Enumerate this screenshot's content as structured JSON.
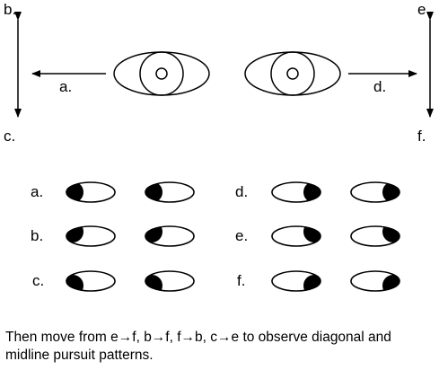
{
  "top_labels": {
    "b": "b.",
    "c": "c.",
    "e": "e.",
    "f": "f.",
    "a": "a.",
    "d": "d."
  },
  "rows": [
    {
      "left_label": "a.",
      "right_label": "d."
    },
    {
      "left_label": "b.",
      "right_label": "e."
    },
    {
      "left_label": "c.",
      "right_label": "f."
    }
  ],
  "caption": "Then move from e→f, b→f, f→b, c→e to observe diagonal and midline pursuit patterns."
}
